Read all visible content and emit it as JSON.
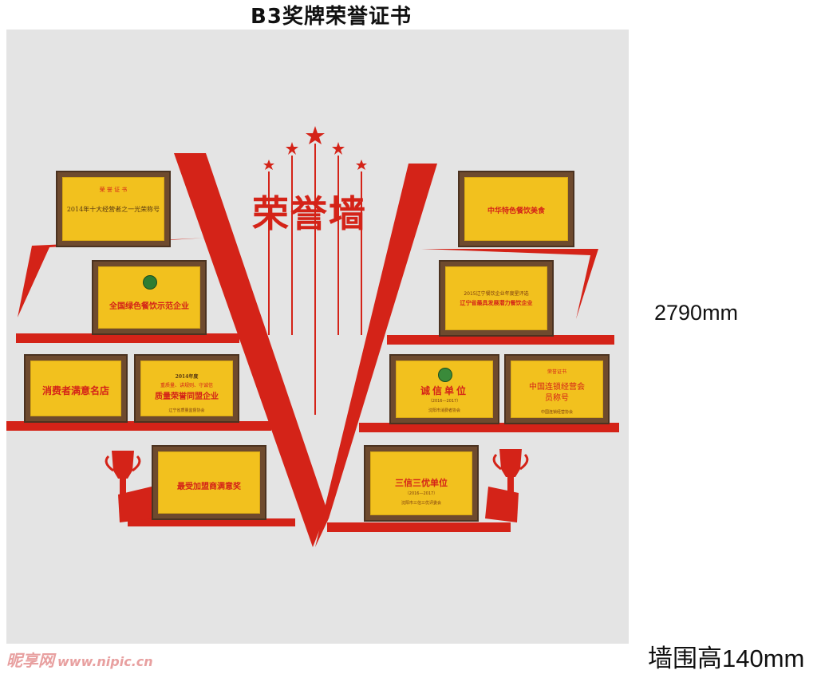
{
  "title": "B3奖牌荣誉证书",
  "wall_title": "荣誉墙",
  "dimension_height": "2790mm",
  "dimension_width": "墙围高140mm",
  "watermark": {
    "brand": "昵享网",
    "url": "www.nipic.cn"
  },
  "colors": {
    "wall": "#e4e4e4",
    "accent": "#d42318",
    "plaque_face": "#f2c11e",
    "plaque_frame": "#6e4a2e"
  },
  "plaques": {
    "p1": {
      "head": "荣 誉 证 书",
      "main": "2014年十大经营者之一光荣称号",
      "sub": "",
      "foot": ""
    },
    "p2": {
      "head": "",
      "main": "全国绿色餐饮示范企业",
      "sub": "",
      "foot": ""
    },
    "p3": {
      "head": "",
      "main": "消费者满意名店",
      "sub": "",
      "foot": ""
    },
    "p4": {
      "head": "2014年度",
      "main": "质量荣誉同盟企业",
      "sub": "重质量、讲规则、守诚信",
      "foot": "辽宁省质量监督协会"
    },
    "p5": {
      "head": "",
      "main": "中华特色餐饮美食",
      "sub": "",
      "foot": ""
    },
    "p6": {
      "head": "",
      "main": "辽宁省最具发展潜力餐饮企业",
      "sub": "2015辽宁餐饮企业年度星评选",
      "foot": ""
    },
    "p7": {
      "head": "",
      "main": "诚信单位",
      "sub": "（2016—2017）",
      "foot": "沈阳市消费者协会"
    },
    "p8": {
      "head": "荣誉证书",
      "main": "中国连锁经营会员称号",
      "sub": "",
      "foot": "中国连锁经营协会"
    },
    "p9": {
      "head": "",
      "main": "最受加盟商满意奖",
      "sub": "",
      "foot": ""
    },
    "p10": {
      "head": "",
      "main": "三信三优单位",
      "sub": "（2016—2017）",
      "foot": "沈阳市三信三优评委会"
    }
  }
}
